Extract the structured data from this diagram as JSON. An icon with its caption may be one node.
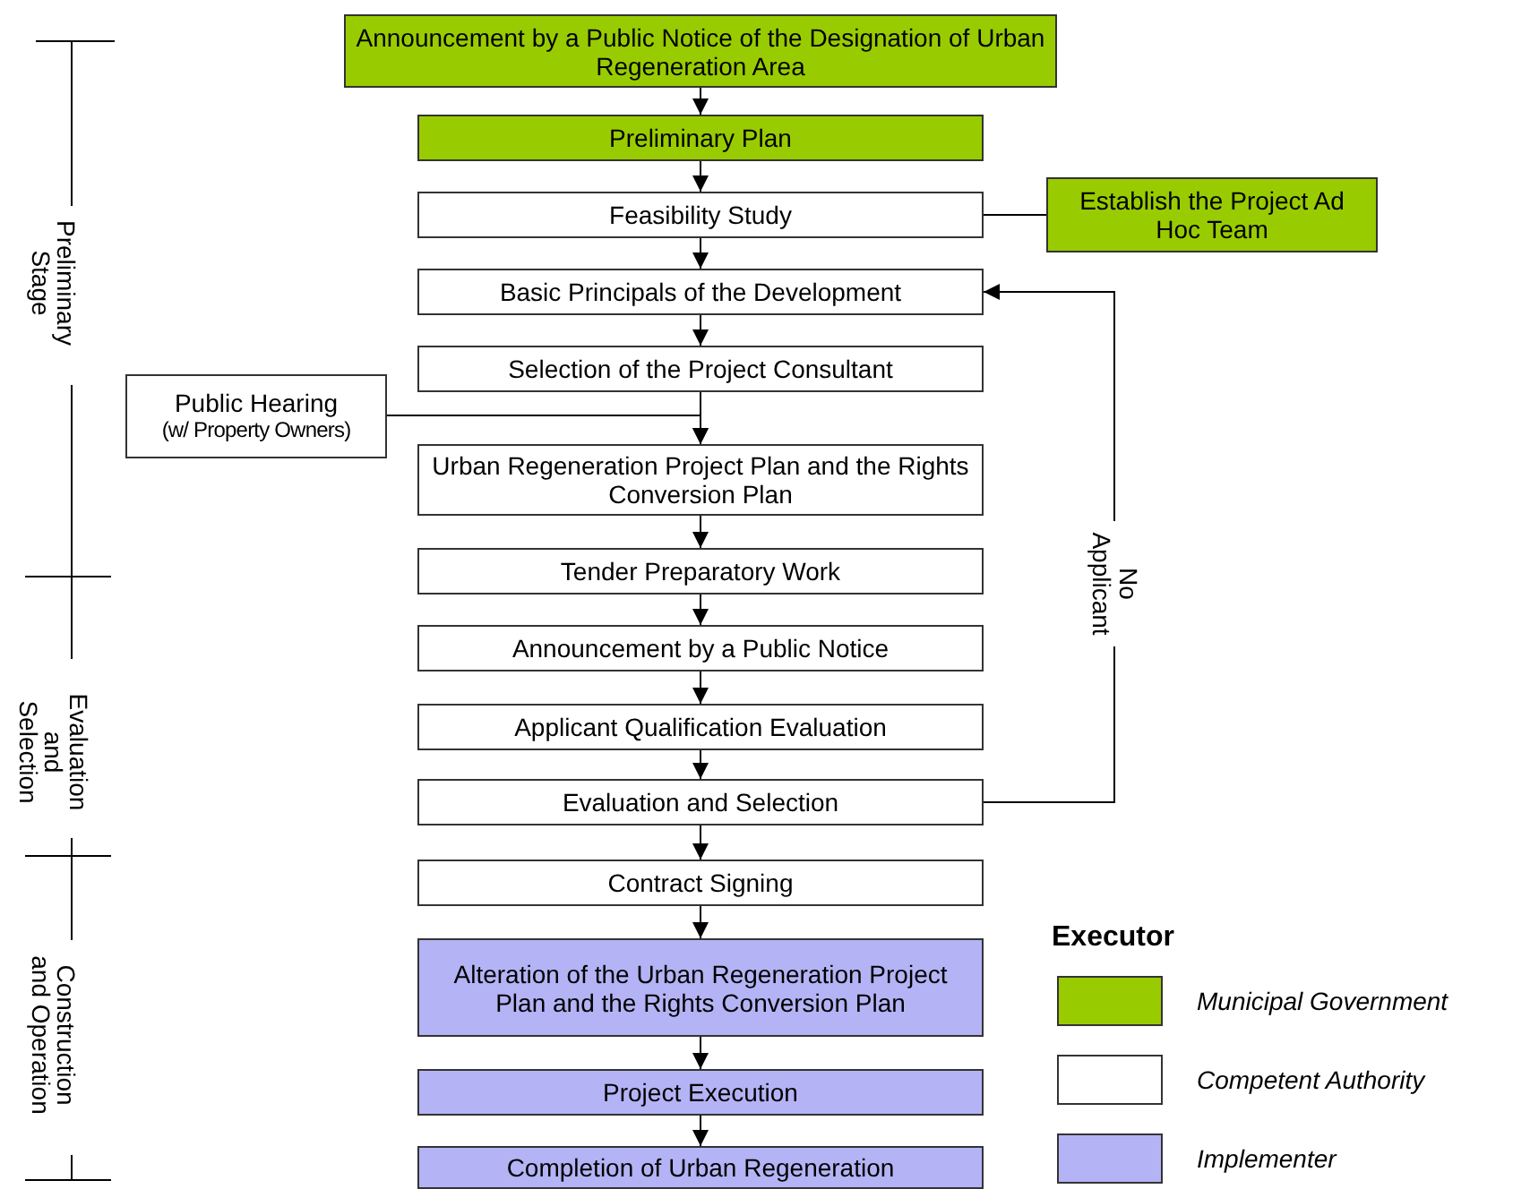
{
  "diagram": {
    "nodes": [
      {
        "text": [
          "Announcement by a Public Notice of the Designation of Urban Regeneration Area"
        ]
      },
      {
        "text": [
          "Preliminary Plan"
        ]
      },
      {
        "text": [
          "Feasibility Study"
        ]
      },
      {
        "text": [
          "Basic Principals of the Development"
        ]
      },
      {
        "text": [
          "Selection of the Project Consultant"
        ]
      },
      {
        "text": [
          "Public Hearing",
          "(w/ Property Owners)"
        ]
      },
      {
        "text": [
          "Urban Regeneration Project Plan and the Rights Conversion Plan"
        ]
      },
      {
        "text": [
          "Tender Preparatory Work"
        ]
      },
      {
        "text": [
          "Announcement by a Public Notice"
        ]
      },
      {
        "text": [
          "Applicant Qualification Evaluation"
        ]
      },
      {
        "text": [
          "Evaluation and Selection"
        ]
      },
      {
        "text": [
          "Contract Signing"
        ]
      },
      {
        "text": [
          "Alteration of the Urban Regeneration Project Plan and the Rights Conversion Plan"
        ]
      },
      {
        "text": [
          "Project Execution"
        ]
      },
      {
        "text": [
          "Completion of Urban Regeneration"
        ]
      },
      {
        "text": [
          "Establish the Project Ad Hoc Team"
        ]
      }
    ],
    "edges": [
      {
        "from": 0,
        "to": 1,
        "arrow": "to"
      },
      {
        "from": 1,
        "to": 2,
        "arrow": "to"
      },
      {
        "from": 2,
        "to": 3,
        "arrow": "to"
      },
      {
        "from": 3,
        "to": 4,
        "arrow": "to"
      },
      {
        "from": 4,
        "to": 6,
        "arrow": "to"
      },
      {
        "from": 5,
        "to": 6,
        "arrow": "to"
      },
      {
        "from": 6,
        "to": 7,
        "arrow": "to"
      },
      {
        "from": 7,
        "to": 8,
        "arrow": "to"
      },
      {
        "from": 8,
        "to": 9,
        "arrow": "to"
      },
      {
        "from": 9,
        "to": 10,
        "arrow": "to"
      },
      {
        "from": 10,
        "to": 11,
        "arrow": "to"
      },
      {
        "from": 11,
        "to": 12,
        "arrow": "to"
      },
      {
        "from": 12,
        "to": 13,
        "arrow": "to"
      },
      {
        "from": 13,
        "to": 14,
        "arrow": "to"
      },
      {
        "from": 2,
        "to": 15,
        "arrow": "none"
      },
      {
        "from": 10,
        "to": 3,
        "arrow": "to",
        "label": "No Applicant"
      }
    ],
    "labels": [
      "Preliminary Stage",
      "Evaluation and Selection",
      "Construction and Operation",
      "Executor"
    ],
    "legend": [
      {
        "text": "Municipal Government",
        "color": "#99cc00"
      },
      {
        "text": "Competent Authority",
        "color": "#ffffff"
      },
      {
        "text": "Implementer",
        "color": "#b3b3f5"
      }
    ]
  }
}
